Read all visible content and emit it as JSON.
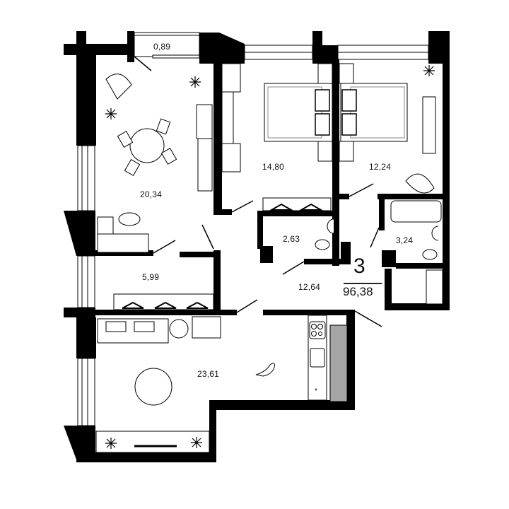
{
  "plan": {
    "room_count": "3",
    "total_area": "96,38",
    "colors": {
      "wall": "#000000",
      "fill": "#ffffff",
      "column": "#a6a6a6",
      "line": "#222222"
    },
    "rooms": [
      {
        "id": "balcony",
        "area": "0,89"
      },
      {
        "id": "living-dining",
        "area": "20,34"
      },
      {
        "id": "bedroom-1",
        "area": "14,80"
      },
      {
        "id": "bedroom-2",
        "area": "12,24"
      },
      {
        "id": "wc",
        "area": "2,63"
      },
      {
        "id": "bathroom",
        "area": "3,24"
      },
      {
        "id": "dressing",
        "area": "5,99"
      },
      {
        "id": "hall",
        "area": "12,64"
      },
      {
        "id": "kitchen-living",
        "area": "23,61"
      }
    ],
    "icons": [
      "plant-icon",
      "armchair-icon",
      "dining-table-icon",
      "sofa-icon",
      "rug-icon",
      "bed-icon",
      "wardrobe-icon",
      "tv-icon",
      "hanger-icon",
      "bathtub-icon",
      "sink-icon",
      "toilet-icon",
      "stove-icon",
      "oven-icon",
      "cat-icon",
      "radiator-icon",
      "nightstand-icon"
    ]
  }
}
